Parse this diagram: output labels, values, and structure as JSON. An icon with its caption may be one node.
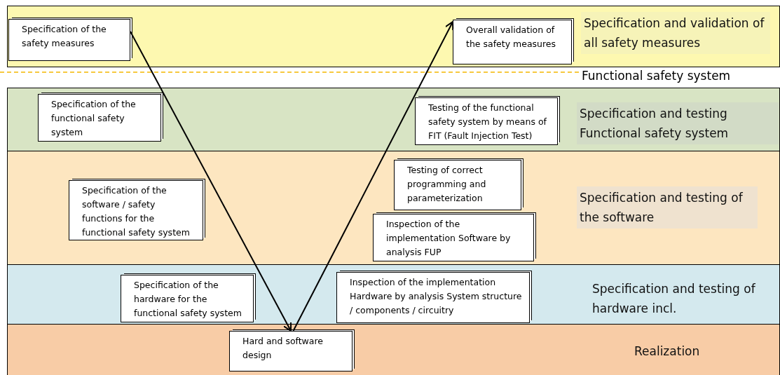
{
  "diagram": {
    "nodes": [
      {
        "text": [
          "Specification and validation of all safety measures"
        ]
      },
      {
        "text": [
          "Specification of the safety measures"
        ],
        "in": 0
      },
      {
        "text": [
          "Overall validation of the safety measures"
        ],
        "in": 0
      },
      {
        "text": [
          "Specification and testing Functional safety system"
        ]
      },
      {
        "text": [
          "Specification of the functional safety system"
        ],
        "in": 3
      },
      {
        "text": [
          "Testing of the functional safety system by means of FIT (Fault Injection Test)"
        ],
        "in": 3
      },
      {
        "text": [
          "Specification and testing of the software"
        ]
      },
      {
        "text": [
          "Specification of the software / safety functions for the functional safety system"
        ],
        "in": 6
      },
      {
        "text": [
          "Testing of correct programming and parameterization"
        ],
        "in": 6
      },
      {
        "text": [
          "Inspection of the implementation Software by analysis FUP"
        ],
        "in": 6
      },
      {
        "text": [
          "Specification and testing of hardware incl."
        ]
      },
      {
        "text": [
          "Specification of the hardware for the functional safety system"
        ],
        "in": 10
      },
      {
        "text": [
          "Inspection of the implementation Hardware by analysis System structure / components / circuitry"
        ],
        "in": 10
      },
      {
        "text": [
          "Realization"
        ]
      },
      {
        "text": [
          "Hard and software design"
        ],
        "in": 13
      }
    ],
    "edges": [
      {
        "from": 1,
        "to": 14,
        "arrow": "to"
      },
      {
        "from": 14,
        "to": 2,
        "arrow": "to"
      }
    ],
    "labels": [
      "Functional safety system"
    ]
  }
}
